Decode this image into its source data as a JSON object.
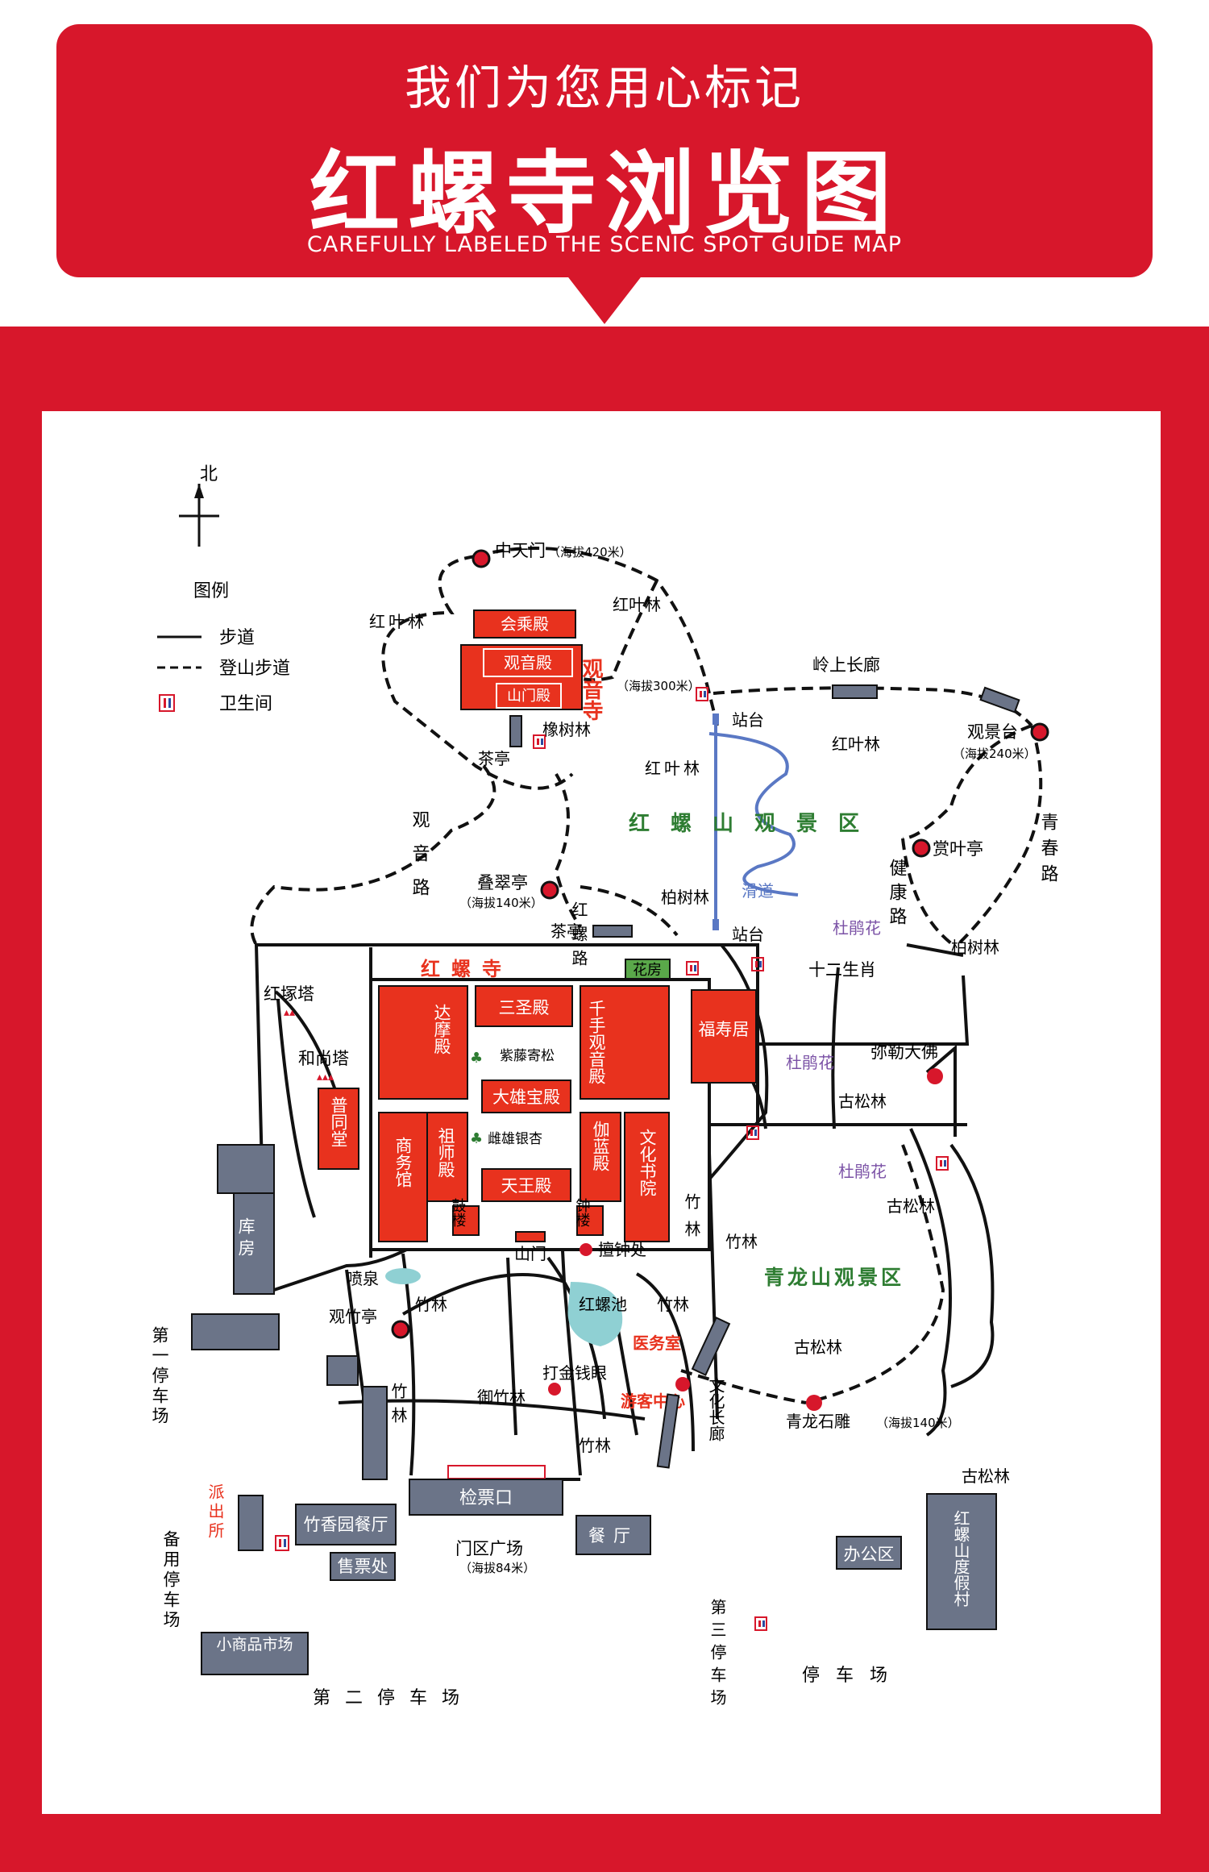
{
  "header": {
    "subtitle": "我们为您用心标记",
    "title": "红螺寺浏览图",
    "english": "CAREFULLY LABELED THE SCENIC SPOT GUIDE MAP"
  },
  "colors": {
    "brand_red": "#d7172b",
    "temple_red": "#e8321e",
    "building_gray": "#6b7488",
    "zone_green": "#2e7d32",
    "azalea_purple": "#7b52a6",
    "slide_blue": "#5a78c4",
    "pond_cyan": "#8fd0d3"
  },
  "legend": {
    "north": "北",
    "title": "图例",
    "items": [
      "步道",
      "登山步道",
      "卫生间"
    ]
  },
  "landmarks": {
    "zhongtianmen": "中天门",
    "zhongtianmen_alt": "（海拔420米）",
    "guanyinsi": "观音寺",
    "guanyinsi_alt": "（海拔300米）",
    "huichengdian": "会乘殿",
    "guanyindian": "观音殿",
    "shanmendian": "山门殿",
    "xiangshulin": "橡树林",
    "chating_top": "茶亭",
    "hongyelin_left": "红叶林",
    "hongyelin_top": "红叶林",
    "guanyinlu": "观音路",
    "cuicuiting": "叠翠亭",
    "cuicuiting_alt": "（海拔140米）",
    "chating_mid": "茶亭",
    "hongluolu": "红螺路",
    "lingshangchanglang": "岭上长廊",
    "zhantai_top": "站台",
    "hongyelin_mid": "红叶林",
    "hongyelin_right": "红叶林",
    "guanjingtai": "观景台",
    "guanjingtai_alt": "（海拔240米）",
    "hongluoshan_zone": "红螺山观景区",
    "qingchunlu": "青春路",
    "shangyeting": "赏叶亭",
    "jiankanglu": "健康路",
    "huadao": "滑道",
    "baishulin_mid": "柏树林",
    "zhantai_bottom": "站台",
    "dujuanhua_1": "杜鹃花",
    "baishulin_right": "柏树林"
  },
  "temple": {
    "name": "红螺寺",
    "huafang": "花房",
    "hongzhuta": "红塚塔",
    "heshangta": "和尚塔",
    "putongtang": "普同堂",
    "damodian": "达摩殿",
    "sanshengdian": "三圣殿",
    "zisonglabel": "紫藤寄松",
    "qianshouguanyindian": "千手观音殿",
    "daxiongbaodian": "大雄宝殿",
    "cixiongyinxing": "雌雄银杏",
    "shangwuguan": "商务馆",
    "zushidian": "祖师殿",
    "qielandian": "伽蓝殿",
    "wenhuashuyuan": "文化书院",
    "tianwangdian": "天王殿",
    "gulou": "鼓楼",
    "zhonglou": "钟楼",
    "shanmen": "山门",
    "qingxiangchu": "擅钟处"
  },
  "east": {
    "fushouju": "福寿居",
    "shiershengxiao": "十二生肖",
    "dujuanhua_2": "杜鹃花",
    "milefo": "弥勒大佛",
    "gusonglin_1": "古松林",
    "dujuanhua_3": "杜鹃花",
    "gusonglin_2": "古松林",
    "zhulin_east": "竹林",
    "zhulin_east2": "竹林",
    "qinglongshan_zone": "青龙山观景区",
    "gusonglin_3": "古松林",
    "qinglongshidiao": "青龙石雕",
    "qinglong_alt": "（海拔140米）",
    "wenhuachanglang": "文化长廊",
    "gusonglin_4": "古松林",
    "dujiacun": "红螺山度假村",
    "bangongqu": "办公区",
    "third_parking": "第三停车场",
    "parking": "停车场"
  },
  "south": {
    "kufang": "库房",
    "first_parking": "第一停车场",
    "penquan": "喷泉",
    "guanzhuting": "观竹亭",
    "zhulin_1": "竹林",
    "hongluochi": "红螺池",
    "zhulin_2": "竹林",
    "yiwushi": "医务室",
    "dajinqianyan": "打金钱眼",
    "yuzhulin": "御竹林",
    "youkezhongxin": "游客中心",
    "zhulin_3": "竹林",
    "zhulin_4": "竹林",
    "jianpiaokou": "检票口",
    "paichusuo": "派出所",
    "zhuxiangyuan": "竹香园餐厅",
    "shoupiaochu": "售票处",
    "menqu_plaza": "门区广场",
    "menqu_alt": "（海拔84米）",
    "canting": "餐厅",
    "beiyong_parking": "备用停车场",
    "xiaoshangpin": "小商品市场",
    "second_parking": "第二停车场"
  }
}
